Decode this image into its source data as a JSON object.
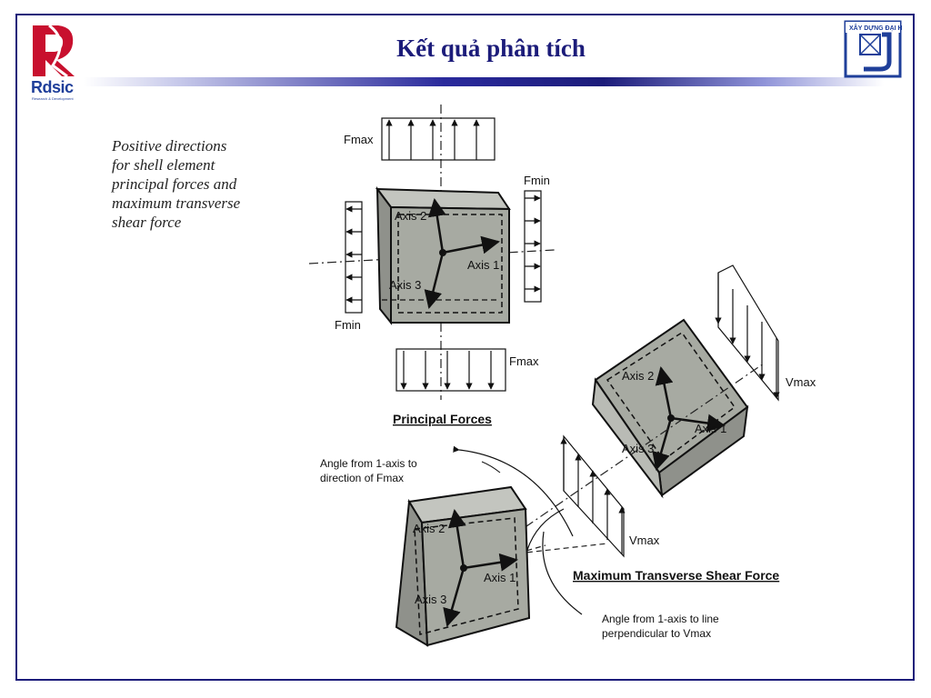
{
  "header": {
    "title": "Kết quả phân tích",
    "logo_left_text": "Rdsic",
    "logo_left_sub": "Research & Development",
    "logo_right_text": "XÂY DỰNG ĐẠI HỌC"
  },
  "colors": {
    "title": "#1c1c7a",
    "frame": "#1c1c7a",
    "logo_red": "#c8102e",
    "logo_blue": "#1f3f9a",
    "cube_face": "#a7aaa2"
  },
  "caption": {
    "line1": "Positive directions",
    "line2": "for shell element",
    "line3": "principal forces and",
    "line4": "maximum transverse",
    "line5": "shear force"
  },
  "labels": {
    "fmax_top": "Fmax",
    "fmin_right": "Fmin",
    "fmin_left": "Fmin",
    "fmax_bottom": "Fmax",
    "axis1": "Axis 1",
    "axis2": "Axis 2",
    "axis3": "Axis 3",
    "principal_forces": "Principal Forces",
    "vmax_right": "Vmax",
    "vmax_bottom": "Vmax",
    "angle1_line1": "Angle from 1-axis to",
    "angle1_line2": "direction of Fmax",
    "max_shear": "Maximum Transverse Shear Force",
    "angle2_line1": "Angle from 1-axis to line",
    "angle2_line2": "perpendicular to Vmax"
  }
}
